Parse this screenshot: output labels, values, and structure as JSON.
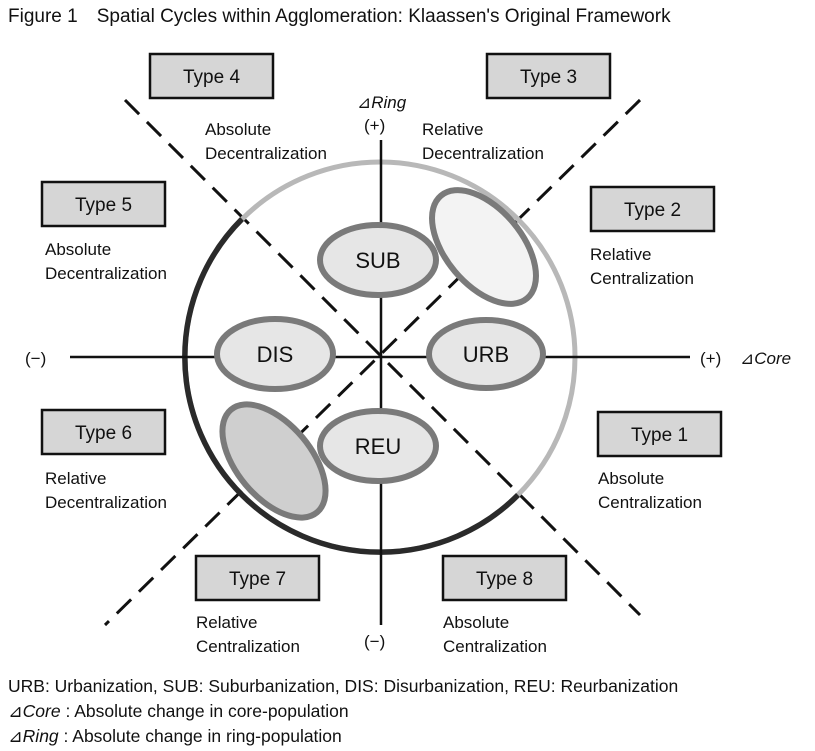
{
  "title": "Figure 1 Spatial Cycles within Agglomeration: Klaassen's Original Framework",
  "axes": {
    "ring_label": "⊿Ring",
    "ring_plus": "(+)",
    "ring_minus": "(−)",
    "core_label": "⊿Core",
    "core_plus": "(+)",
    "core_minus": "(−)"
  },
  "phases": {
    "urb": "URB",
    "sub": "SUB",
    "dis": "DIS",
    "reu": "REU"
  },
  "types": [
    {
      "label": "Type 1",
      "line1": "Absolute",
      "line2": "Centralization"
    },
    {
      "label": "Type 2",
      "line1": "Relative",
      "line2": "Centralization"
    },
    {
      "label": "Type 3",
      "line1": "Relative",
      "line2": "Decentralization"
    },
    {
      "label": "Type 4",
      "line1": "Absolute",
      "line2": "Decentralization"
    },
    {
      "label": "Type 5",
      "line1": "Absolute",
      "line2": "Decentralization"
    },
    {
      "label": "Type 6",
      "line1": "Relative",
      "line2": "Decentralization"
    },
    {
      "label": "Type 7",
      "line1": "Relative",
      "line2": "Centralization"
    },
    {
      "label": "Type 8",
      "line1": "Absolute",
      "line2": "Centralization"
    }
  ],
  "footnotes": {
    "line1": "URB: Urbanization, SUB: Suburbanization, DIS: Disurbanization, REU: Reurbanization",
    "core_term": "⊿Core",
    "core_text": " : Absolute change in core-population",
    "ring_term": "⊿Ring",
    "ring_text": " : Absolute change in ring-population"
  },
  "colors": {
    "box_fill": "#d6d6d6",
    "oval_fill": "#e6e6e6",
    "oval_stroke": "#7a7a7a",
    "arc_light": "#b8b8b8",
    "arc_dark": "#2a2a2a"
  }
}
